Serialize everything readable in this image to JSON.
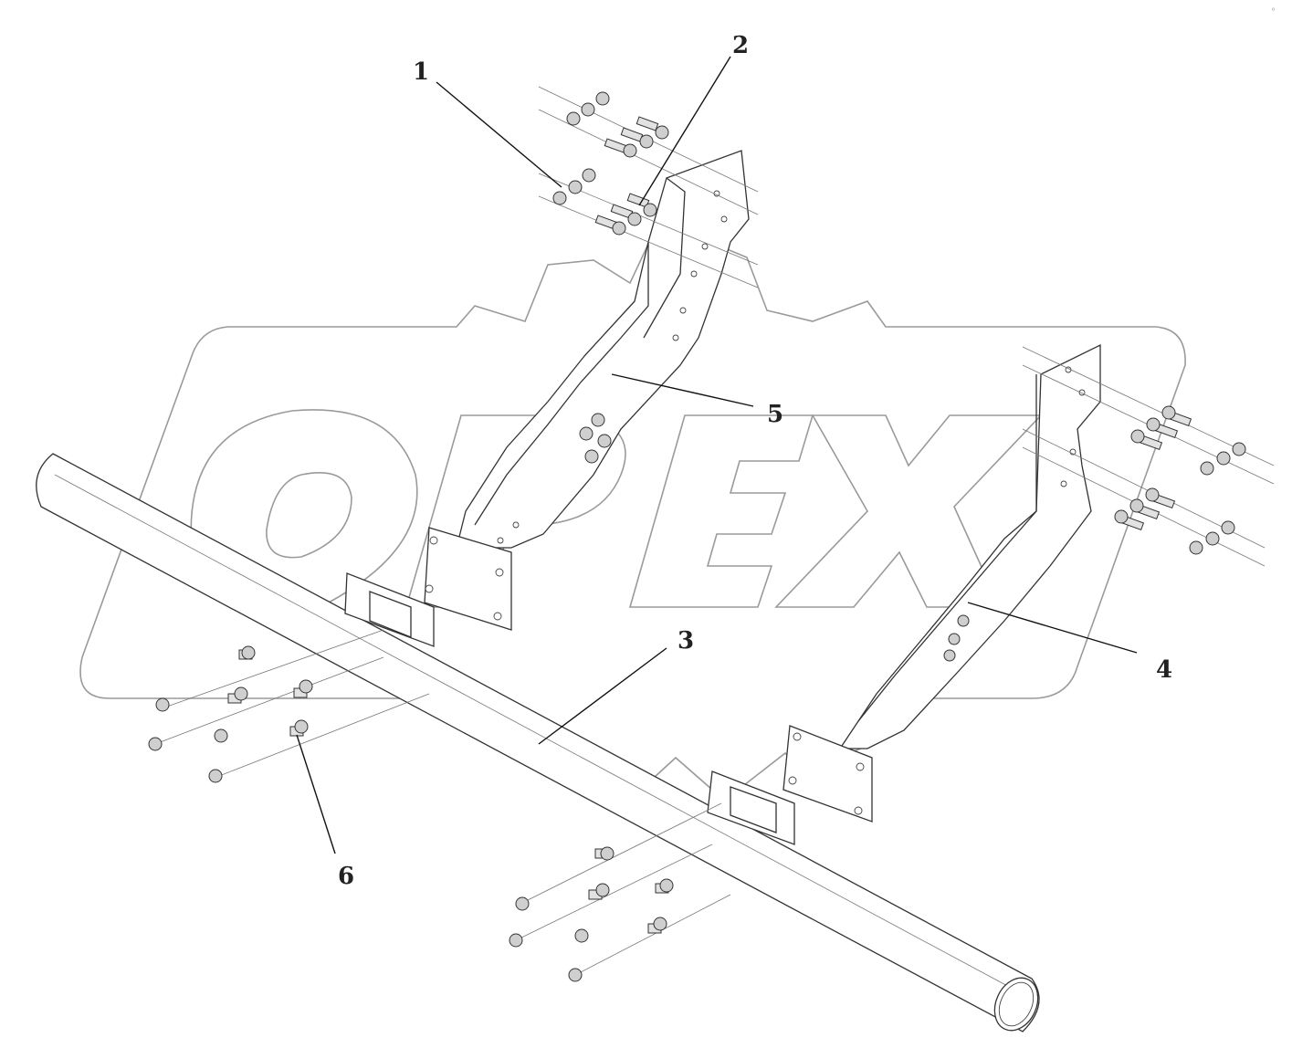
{
  "watermark": {
    "text": "OPEX"
  },
  "callouts": [
    {
      "id": "c1",
      "label": "1"
    },
    {
      "id": "c2",
      "label": "2"
    },
    {
      "id": "c3",
      "label": "3"
    },
    {
      "id": "c4",
      "label": "4"
    },
    {
      "id": "c5",
      "label": "5"
    },
    {
      "id": "c6",
      "label": "6"
    }
  ],
  "corner_mark": "°"
}
